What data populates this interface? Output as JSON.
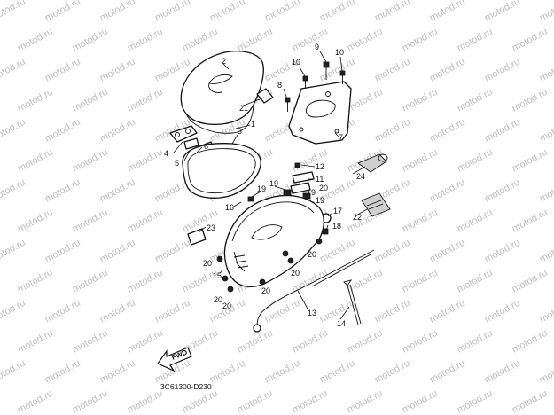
{
  "diagram": {
    "watermark_text": "motod.ru",
    "drawing_code": "3C61300-D230",
    "fwd_label": "FWD",
    "callouts": [
      "1",
      "2",
      "3",
      "4",
      "5",
      "6",
      "7",
      "8",
      "9",
      "10",
      "10",
      "11",
      "12",
      "13",
      "14",
      "15",
      "16",
      "17",
      "18",
      "19",
      "19",
      "19",
      "19",
      "20",
      "20",
      "20",
      "20",
      "20",
      "20",
      "20",
      "21",
      "22",
      "23",
      "24"
    ]
  }
}
